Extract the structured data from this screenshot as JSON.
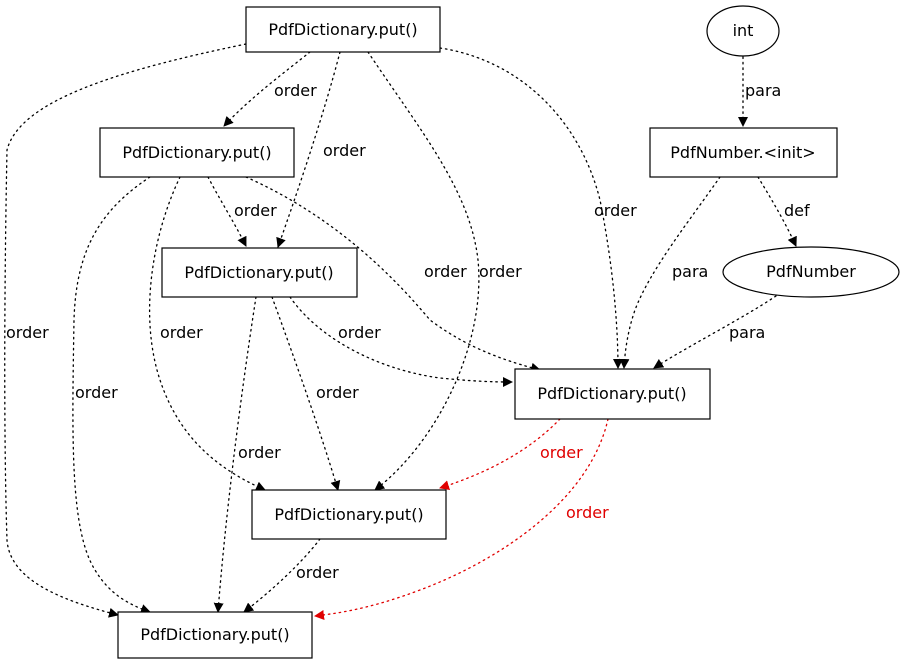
{
  "colors": {
    "default_edge": "#000000",
    "highlight_edge": "#e00000"
  },
  "nodes": [
    {
      "id": "n1",
      "label": "PdfDictionary.put()",
      "shape": "box"
    },
    {
      "id": "n2",
      "label": "PdfDictionary.put()",
      "shape": "box"
    },
    {
      "id": "n3",
      "label": "PdfDictionary.put()",
      "shape": "box"
    },
    {
      "id": "n4",
      "label": "PdfDictionary.put()",
      "shape": "box"
    },
    {
      "id": "n5",
      "label": "PdfDictionary.put()",
      "shape": "box"
    },
    {
      "id": "n6",
      "label": "PdfDictionary.put()",
      "shape": "box"
    },
    {
      "id": "n_int",
      "label": "int",
      "shape": "ellipse"
    },
    {
      "id": "n_init",
      "label": "PdfNumber.<init>",
      "shape": "box"
    },
    {
      "id": "n_num",
      "label": "PdfNumber",
      "shape": "ellipse"
    }
  ],
  "edges": [
    {
      "id": "e1",
      "from": "n1",
      "to": "n2",
      "label": "order",
      "highlight": false
    },
    {
      "id": "e2",
      "from": "n1",
      "to": "n3",
      "label": "order",
      "highlight": false
    },
    {
      "id": "e3",
      "from": "n1",
      "to": "n5",
      "label": "order",
      "highlight": false
    },
    {
      "id": "e4",
      "from": "n1",
      "to": "n4",
      "label": "order",
      "highlight": false
    },
    {
      "id": "e5",
      "from": "n1",
      "to": "n6",
      "label": "order",
      "highlight": false
    },
    {
      "id": "e6",
      "from": "n2",
      "to": "n3",
      "label": "order",
      "highlight": false
    },
    {
      "id": "e7",
      "from": "n2",
      "to": "n4",
      "label": "order",
      "highlight": false
    },
    {
      "id": "e8",
      "from": "n2",
      "to": "n5",
      "label": "order",
      "highlight": false
    },
    {
      "id": "e9",
      "from": "n2",
      "to": "n6",
      "label": "order",
      "highlight": false
    },
    {
      "id": "e10",
      "from": "n3",
      "to": "n4",
      "label": "order",
      "highlight": false
    },
    {
      "id": "e11",
      "from": "n3",
      "to": "n5",
      "label": "order",
      "highlight": false
    },
    {
      "id": "e12",
      "from": "n3",
      "to": "n6",
      "label": "order",
      "highlight": false
    },
    {
      "id": "e13",
      "from": "n4",
      "to": "n5",
      "label": "order",
      "highlight": true
    },
    {
      "id": "e14",
      "from": "n4",
      "to": "n6",
      "label": "order",
      "highlight": true
    },
    {
      "id": "e15",
      "from": "n5",
      "to": "n6",
      "label": "order",
      "highlight": false
    },
    {
      "id": "e16",
      "from": "n_int",
      "to": "n_init",
      "label": "para",
      "highlight": false
    },
    {
      "id": "e17",
      "from": "n_init",
      "to": "n_num",
      "label": "def",
      "highlight": false
    },
    {
      "id": "e18",
      "from": "n_init",
      "to": "n4",
      "label": "para",
      "highlight": false
    },
    {
      "id": "e19",
      "from": "n_num",
      "to": "n4",
      "label": "para",
      "highlight": false
    }
  ]
}
